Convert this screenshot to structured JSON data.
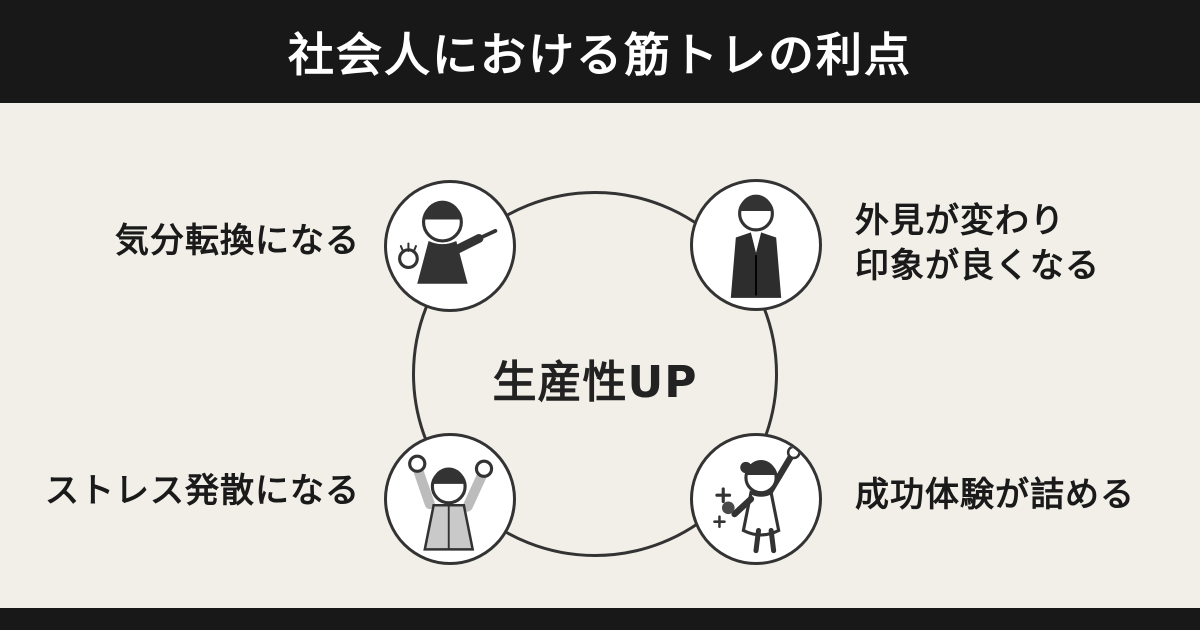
{
  "header": {
    "title": "社会人における筋トレの利点"
  },
  "center": {
    "label": "生産性UP"
  },
  "benefits": [
    {
      "label": "気分転換になる",
      "icon": "person-pointing-icon",
      "position": "top-left"
    },
    {
      "label": "外見が変わり\n印象が良くなる",
      "icon": "man-standing-icon",
      "position": "top-right"
    },
    {
      "label": "ストレス発散になる",
      "icon": "person-cheering-icon",
      "position": "bottom-left"
    },
    {
      "label": "成功体験が詰める",
      "icon": "woman-celebrating-icon",
      "position": "bottom-right"
    }
  ],
  "colors": {
    "background": "#f1efe8",
    "bar": "#181818",
    "text": "#1a1a1a",
    "line": "#333333"
  }
}
